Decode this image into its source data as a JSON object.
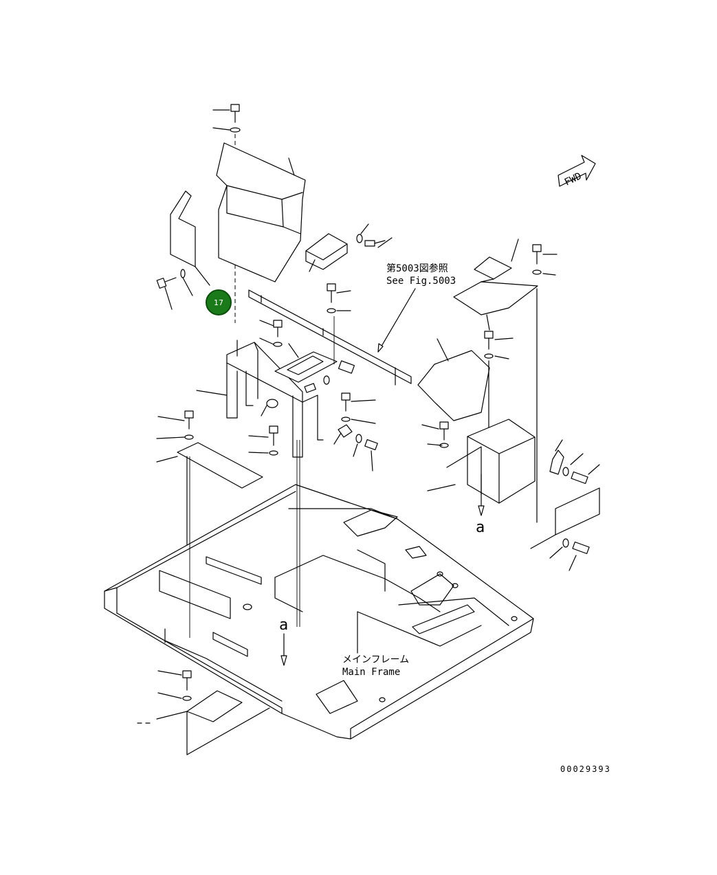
{
  "direction_arrow": "FWD",
  "reference": {
    "jp": "第5003図参照",
    "en": "See Fig.5003"
  },
  "main_frame": {
    "jp": "メインフレーム",
    "en": "Main Frame"
  },
  "marker_a": "a",
  "callout": {
    "number": "17",
    "color": "#1a7a1a"
  },
  "drawing_number": "00029393"
}
